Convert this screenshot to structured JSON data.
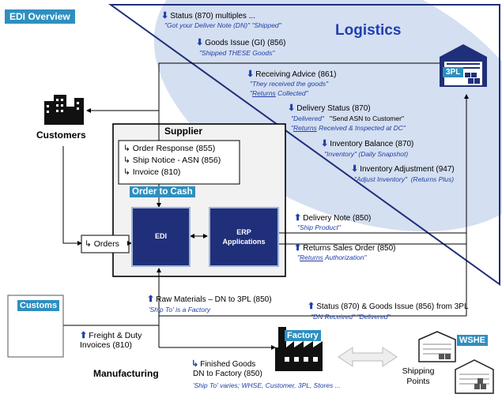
{
  "title_tag": "EDI Overview",
  "logistics_title": "Logistics",
  "labels": {
    "customers": "Customers",
    "supplier": "Supplier",
    "order_to_cash": "Order to Cash",
    "orders": "Orders",
    "manufacturing": "Manufacturing",
    "customs": "Customs",
    "factory": "Factory",
    "wshe": "WSHE",
    "threepl": "3PL",
    "shipping_points_1": "Shipping",
    "shipping_points_2": "Points"
  },
  "edi_box": {
    "label": "EDI"
  },
  "erp_box": {
    "line1": "ERP",
    "line2": "Applications"
  },
  "supplier_docs": [
    "Order Response (855)",
    "Ship Notice - ASN (856)",
    "Invoice (810)"
  ],
  "logistics_messages": [
    {
      "label": "Status (870) multiples ...",
      "note_a": "\"Got your Deliver Note (DN)\"",
      "note_b": "\"Shipped\""
    },
    {
      "label": "Goods Issue (GI) (856)",
      "note_a": "\"Shipped THESE Goods\""
    },
    {
      "label": "Receiving Advice (861)",
      "note_a": "\"They received the goods\"",
      "note_u": "Returns",
      "note_rest": " Collected\""
    },
    {
      "label": "Delivery Status (870)",
      "note_a": "\"Delivered\"",
      "note_b": "\"Send ASN to Customer\"",
      "note_u": "Returns",
      "note_rest": " Received & Inspected at DC\""
    },
    {
      "label": "Inventory Balance (870)",
      "note_a": "\"Inventory\" (Daily Snapshot)"
    },
    {
      "label": "Inventory Adjustment (947)",
      "note_a": "\"Adjust Inventory\"",
      "note_b": "(Returns Plus)"
    }
  ],
  "delivery_note": {
    "label": "Delivery Note (850)",
    "note": "\"Ship Product\""
  },
  "returns_order": {
    "label": "Returns Sales Order (850)",
    "note_u": "Returns",
    "note_rest": " Authorization\""
  },
  "raw_materials": {
    "label": "Raw Materials – DN to 3PL (850)",
    "note": "'Ship To' is a Factory"
  },
  "status_gi": {
    "label": "Status (870) & Goods Issue (856) from 3PL",
    "note_a": "\"DN Received\"",
    "note_b": "\"Delivered\""
  },
  "freight": {
    "line1": "Freight & Duty",
    "line2": "Invoices (810)"
  },
  "finished_goods": {
    "line1": "Finished Goods",
    "line2": "DN to Factory (850)",
    "note": "'Ship To' varies;  WHSE, Customer, 3PL, Stores ..."
  },
  "colors": {
    "navy": "#1f2f7a",
    "accent": "#2e8fbf",
    "note_blue": "#1f3fa6",
    "logistics_fill": "#cfdcef",
    "logistics_text": "#1f3fb0"
  },
  "icons": [
    "arrow-return-icon",
    "warehouse-icon",
    "building-icon",
    "crane-icon",
    "factory-icon",
    "double-arrow-icon"
  ]
}
